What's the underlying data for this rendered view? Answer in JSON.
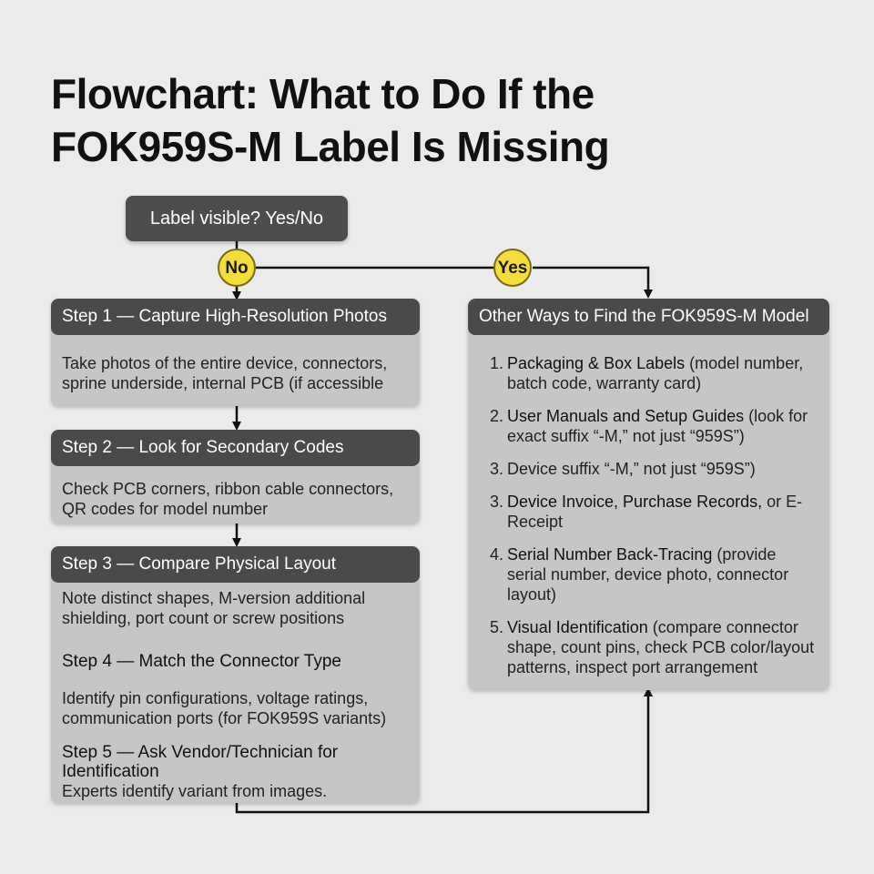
{
  "title": {
    "line1": "Flowchart: What to Do If the",
    "line2": "FOK959S-M Label Is Missing"
  },
  "decision": {
    "label": "Label visible? Yes/No"
  },
  "branches": {
    "no": "No",
    "yes": "Yes"
  },
  "steps": [
    {
      "title": "Step 1 — Capture High-Resolution Photos",
      "text": "Take photos of the entire device, connectors, sprine underside, internal PCB (if accessible"
    },
    {
      "title": "Step 2 — Look for Secondary Codes",
      "text": "Check PCB corners, ribbon cable connectors, QR codes for model number"
    },
    {
      "title": "Step 3 — Compare Physical Layout",
      "text": "Note distinct shapes, M-version additional shielding, port count or screw positions"
    },
    {
      "title": "Step 4 — Match the Connector Type",
      "text": "Identify pin configurations, voltage ratings, communication ports (for FOK959S variants)"
    },
    {
      "title": "Step 5 — Ask Vendor/Technician for Identification",
      "text": "Experts identify variant from images."
    }
  ],
  "other_ways": {
    "title": "Other Ways to Find the FOK959S-M Model",
    "items": [
      {
        "num": "1.",
        "emphasis": "Packaging & Box Labels",
        "rest": " (model number, batch code, warranty card)"
      },
      {
        "num": "2.",
        "emphasis": "User Manuals and Setup Guides",
        "rest": " (look for exact suffix “-M,” not just “959S”)"
      },
      {
        "num": "3.",
        "emphasis": "",
        "rest": "Device suffix “-M,” not just “959S”)"
      },
      {
        "num": "3.",
        "emphasis": "Device Invoice, Purchase Records,",
        "rest": " or E-Receipt"
      },
      {
        "num": "4.",
        "emphasis": "Serial Number Back-Tracing",
        "rest": " (provide serial number, device photo, connector layout)"
      },
      {
        "num": "5.",
        "emphasis": "Visual Identification",
        "rest": " (compare connector shape, count pins, check PCB color/layout patterns, inspect port arrangement"
      }
    ]
  }
}
